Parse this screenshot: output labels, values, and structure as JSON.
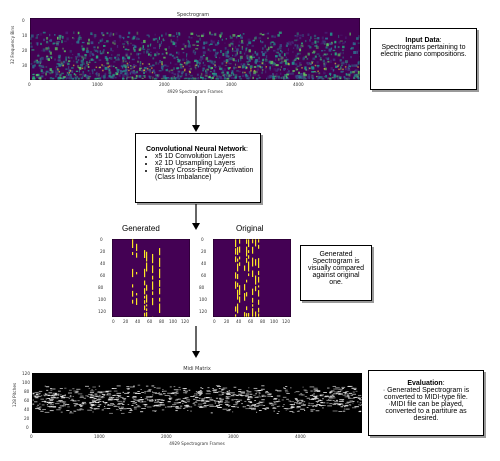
{
  "spectrogram": {
    "title": "Spectrogram",
    "ylabel": "32 Frequency Bins",
    "xlabel": "4929 Spectrogram Frames",
    "xticks": [
      "0",
      "1000",
      "2000",
      "3000",
      "4000"
    ],
    "yticks": [
      "0",
      "10",
      "20",
      "30"
    ]
  },
  "input_box": {
    "title": "Input Data",
    "text": "Spectrograms pertaining to electric piano compositions."
  },
  "cnn_box": {
    "title": "Convolutional Neural Network",
    "items": [
      "x5 1D Convolution Layers",
      "x2 1D Upsampling Layers",
      "Binary Cross-Entropy Activation (Class Imbalance)"
    ]
  },
  "generated": {
    "label": "Generated",
    "yticks": [
      "0",
      "20",
      "40",
      "60",
      "80",
      "100",
      "120"
    ],
    "xticks": [
      "0",
      "20",
      "40",
      "60",
      "80",
      "100",
      "120"
    ]
  },
  "original": {
    "label": "Original",
    "yticks": [
      "0",
      "20",
      "40",
      "60",
      "80",
      "100",
      "120"
    ],
    "xticks": [
      "0",
      "20",
      "40",
      "60",
      "80",
      "100",
      "120"
    ]
  },
  "compare_box": {
    "text": "Generated Spectrogram is visually compared against original one."
  },
  "midi": {
    "title": "Midi Matrix",
    "ylabel": "128 Pitches",
    "xlabel": "4929 Spectrogram Frames",
    "xticks": [
      "0",
      "1000",
      "2000",
      "3000",
      "4000"
    ],
    "yticks": [
      "0",
      "20",
      "40",
      "60",
      "80",
      "100",
      "120"
    ]
  },
  "eval_box": {
    "title": "Evaluation",
    "lines": [
      "· Generated Spectrogram is converted to MIDI-type file.",
      "·MIDI file can be played, converted to a partiture as desired."
    ]
  },
  "colors": {
    "viridis_dark": "#440154",
    "viridis_mid": "#21918c",
    "viridis_bright": "#fde725",
    "midi_bg": "#000000",
    "midi_note": "#ffffff"
  }
}
